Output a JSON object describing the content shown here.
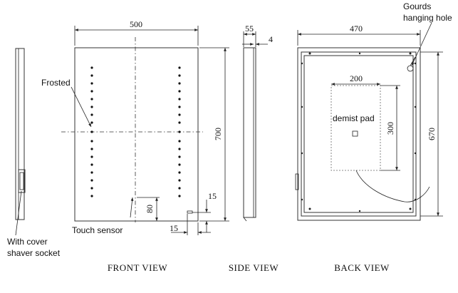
{
  "labels": {
    "frosted": "Frosted",
    "touch_sensor": "Touch sensor",
    "shaver_line1": "With cover",
    "shaver_line2": "shaver socket",
    "gourds_line1": "Gourds",
    "gourds_line2": "hanging hole",
    "demist_pad": "demist pad"
  },
  "dimensions": {
    "front_width": "500",
    "front_height": "700",
    "sensor_offset_v": "80",
    "sensor_offset_h": "15",
    "sensor_small": "15",
    "side_depth": "55",
    "side_glass": "4",
    "back_width": "470",
    "back_height": "670",
    "pad_width": "200",
    "pad_height": "300"
  },
  "views": {
    "front": "FRONT VIEW",
    "side": "SIDE VIEW",
    "back": "BACK VIEW"
  }
}
